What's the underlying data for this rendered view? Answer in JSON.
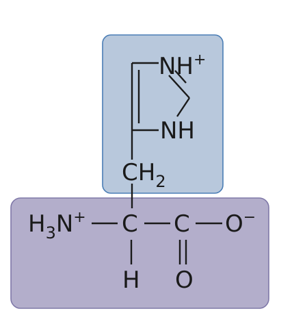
{
  "side_chain": {
    "box_color": "#b8c8dc",
    "box_border": "#4a7db5",
    "nh_plus": {
      "base": "NH",
      "charge": "+"
    },
    "nh": "NH",
    "ch2": {
      "base": "CH",
      "sub": "2"
    }
  },
  "backbone": {
    "box_color": "#b3aecb",
    "box_border": "#7f78a8",
    "amine": {
      "h": "H",
      "sub": "3",
      "n": "N",
      "charge": "+"
    },
    "alpha_c": "C",
    "carboxyl_c": "C",
    "o_minus": {
      "o": "O",
      "charge": "−"
    },
    "h": "H",
    "o": "O"
  }
}
